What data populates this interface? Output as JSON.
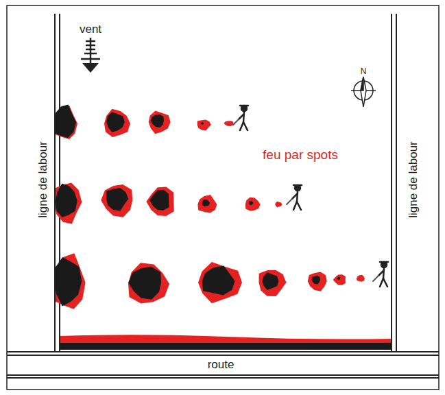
{
  "diagram": {
    "labels": [
      "vent",
      "N",
      "ligne de labour",
      "feu par spots",
      "ligne de labour",
      "route"
    ]
  }
}
